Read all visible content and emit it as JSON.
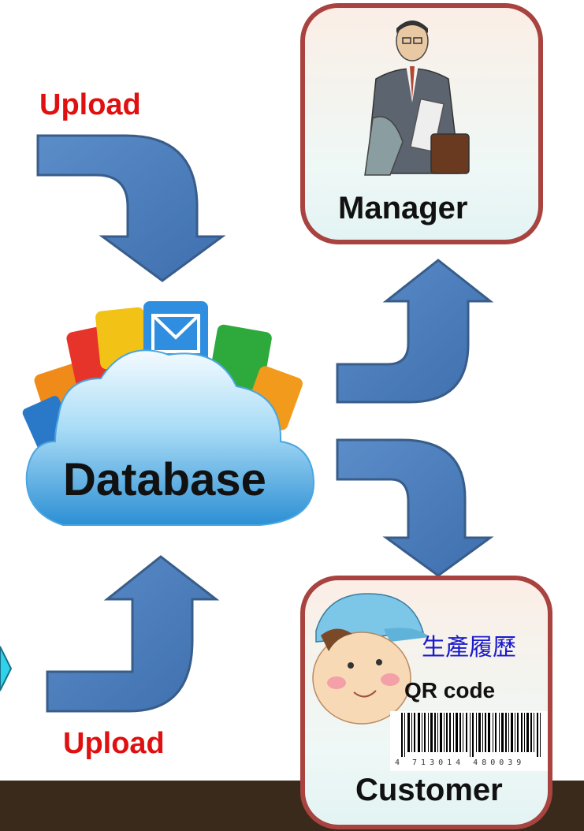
{
  "labels": {
    "upload_top": "Upload",
    "upload_bottom": "Upload",
    "database": "Database",
    "manager": "Manager",
    "customer": "Customer",
    "history": "生產履歷",
    "qr_code": "QR code",
    "barcode_number": "4 713014 480039"
  },
  "colors": {
    "arrow_fill": "#4f81bd",
    "arrow_stroke": "#385d8a",
    "card_border": "#a8433f",
    "upload_text": "#e01010",
    "history_text": "#1a1acc",
    "bottom_bar": "#3a2a1c"
  },
  "icons": [
    "curved-arrow-icon",
    "cloud-icon",
    "manager-figure-icon",
    "customer-boy-icon",
    "barcode-icon",
    "app-tile-icons"
  ]
}
